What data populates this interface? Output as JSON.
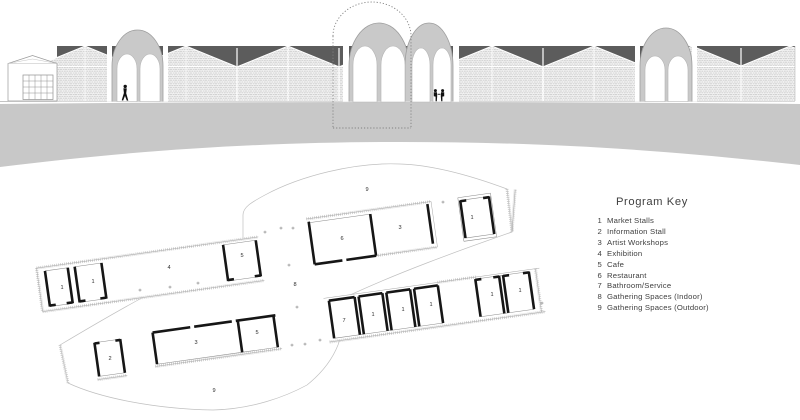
{
  "legend": {
    "title": "Program Key",
    "items": [
      {
        "num": "1",
        "label": "Market Stalls"
      },
      {
        "num": "2",
        "label": "Information Stall"
      },
      {
        "num": "3",
        "label": "Artist Workshops"
      },
      {
        "num": "4",
        "label": "Exhibition"
      },
      {
        "num": "5",
        "label": "Cafe"
      },
      {
        "num": "6",
        "label": "Restaurant"
      },
      {
        "num": "7",
        "label": "Bathroom/Service"
      },
      {
        "num": "8",
        "label": "Gathering Spaces (Indoor)"
      },
      {
        "num": "9",
        "label": "Gathering Spaces (Outdoor)"
      }
    ]
  },
  "plan": {
    "room_labels": [
      "1",
      "1",
      "4",
      "5",
      "6",
      "3",
      "1",
      "9",
      "8",
      "2",
      "3",
      "5",
      "7",
      "1",
      "1",
      "1",
      "1",
      "1",
      "9"
    ]
  },
  "colors": {
    "ground": "#c8c8c8",
    "roof": "#5c5c5c",
    "dome": "#c9c9c9",
    "brick": "#d0d0d0",
    "outline": "#9e9e9e",
    "plan_wall": "#161616",
    "site_outline": "#c0c0c0",
    "text": "#404040"
  }
}
